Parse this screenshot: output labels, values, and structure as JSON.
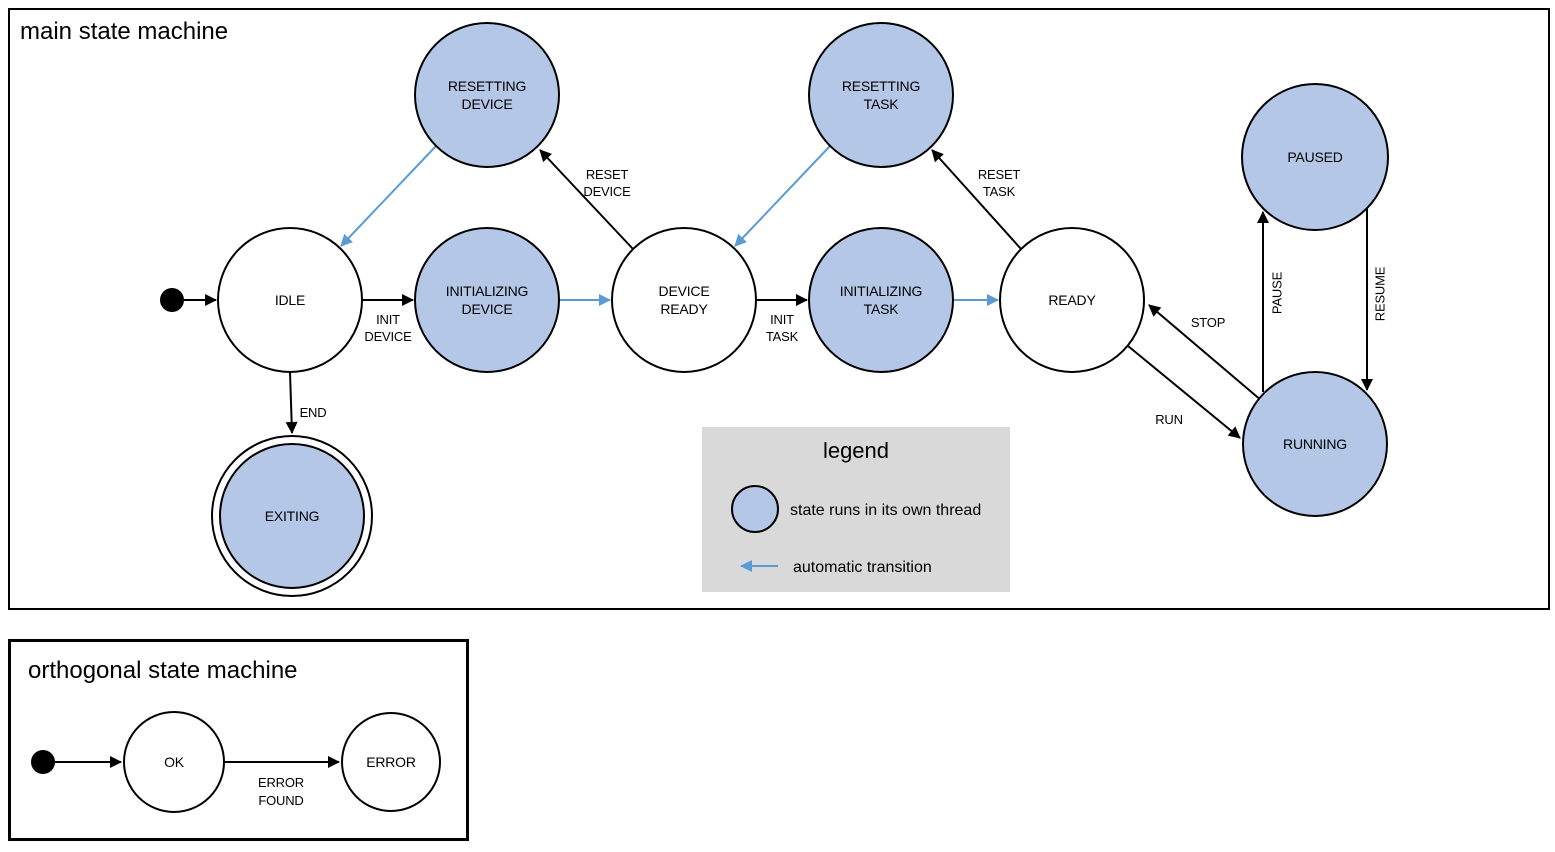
{
  "colors": {
    "threaded_state_fill": "#b4c7e7",
    "automatic_transition_blue": "#5b9bd5",
    "legend_background": "#d9d9d9",
    "line_black": "#000000"
  },
  "main_machine": {
    "title": "main state machine",
    "states": {
      "resetting_device": {
        "l1": "RESETTING",
        "l2": "DEVICE"
      },
      "resetting_task": {
        "l1": "RESETTING",
        "l2": "TASK"
      },
      "paused": {
        "l1": "PAUSED"
      },
      "idle": {
        "l1": "IDLE"
      },
      "initializing_device": {
        "l1": "INITIALIZING",
        "l2": "DEVICE"
      },
      "device_ready": {
        "l1": "DEVICE",
        "l2": "READY"
      },
      "initializing_task": {
        "l1": "INITIALIZING",
        "l2": "TASK"
      },
      "ready": {
        "l1": "READY"
      },
      "running": {
        "l1": "RUNNING"
      },
      "exiting": {
        "l1": "EXITING"
      }
    },
    "transitions": {
      "init_device": {
        "l1": "INIT",
        "l2": "DEVICE"
      },
      "init_task": {
        "l1": "INIT",
        "l2": "TASK"
      },
      "reset_device": {
        "l1": "RESET",
        "l2": "DEVICE"
      },
      "reset_task": {
        "l1": "RESET",
        "l2": "TASK"
      },
      "end": "END",
      "stop": "STOP",
      "run": "RUN",
      "pause": "PAUSE",
      "resume": "RESUME"
    }
  },
  "legend": {
    "title": "legend",
    "thread_item": "state runs in its own thread",
    "auto_item": "automatic transition"
  },
  "orthogonal_machine": {
    "title": "orthogonal state machine",
    "states": {
      "ok": "OK",
      "error": "ERROR"
    },
    "transitions": {
      "error_found": {
        "l1": "ERROR",
        "l2": "FOUND"
      }
    }
  }
}
